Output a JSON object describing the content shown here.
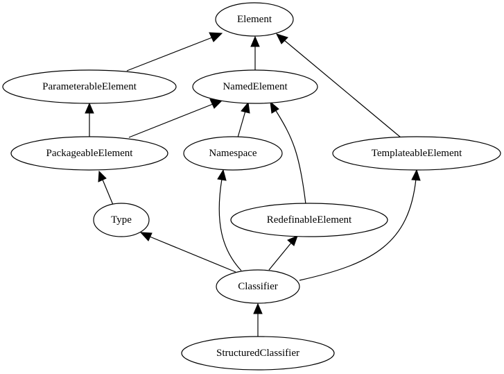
{
  "diagram": {
    "nodes": {
      "element": "Element",
      "parameterable_element": "ParameterableElement",
      "named_element": "NamedElement",
      "packageable_element": "PackageableElement",
      "namespace": "Namespace",
      "templateable_element": "TemplateableElement",
      "type": "Type",
      "redefinable_element": "RedefinableElement",
      "classifier": "Classifier",
      "structured_classifier": "StructuredClassifier"
    },
    "edges": [
      {
        "from": "ParameterableElement",
        "to": "Element"
      },
      {
        "from": "NamedElement",
        "to": "Element"
      },
      {
        "from": "TemplateableElement",
        "to": "Element"
      },
      {
        "from": "PackageableElement",
        "to": "ParameterableElement"
      },
      {
        "from": "PackageableElement",
        "to": "NamedElement"
      },
      {
        "from": "Namespace",
        "to": "NamedElement"
      },
      {
        "from": "RedefinableElement",
        "to": "NamedElement"
      },
      {
        "from": "Type",
        "to": "PackageableElement"
      },
      {
        "from": "Classifier",
        "to": "Type"
      },
      {
        "from": "Classifier",
        "to": "Namespace"
      },
      {
        "from": "Classifier",
        "to": "RedefinableElement"
      },
      {
        "from": "Classifier",
        "to": "TemplateableElement"
      },
      {
        "from": "StructuredClassifier",
        "to": "Classifier"
      }
    ]
  }
}
